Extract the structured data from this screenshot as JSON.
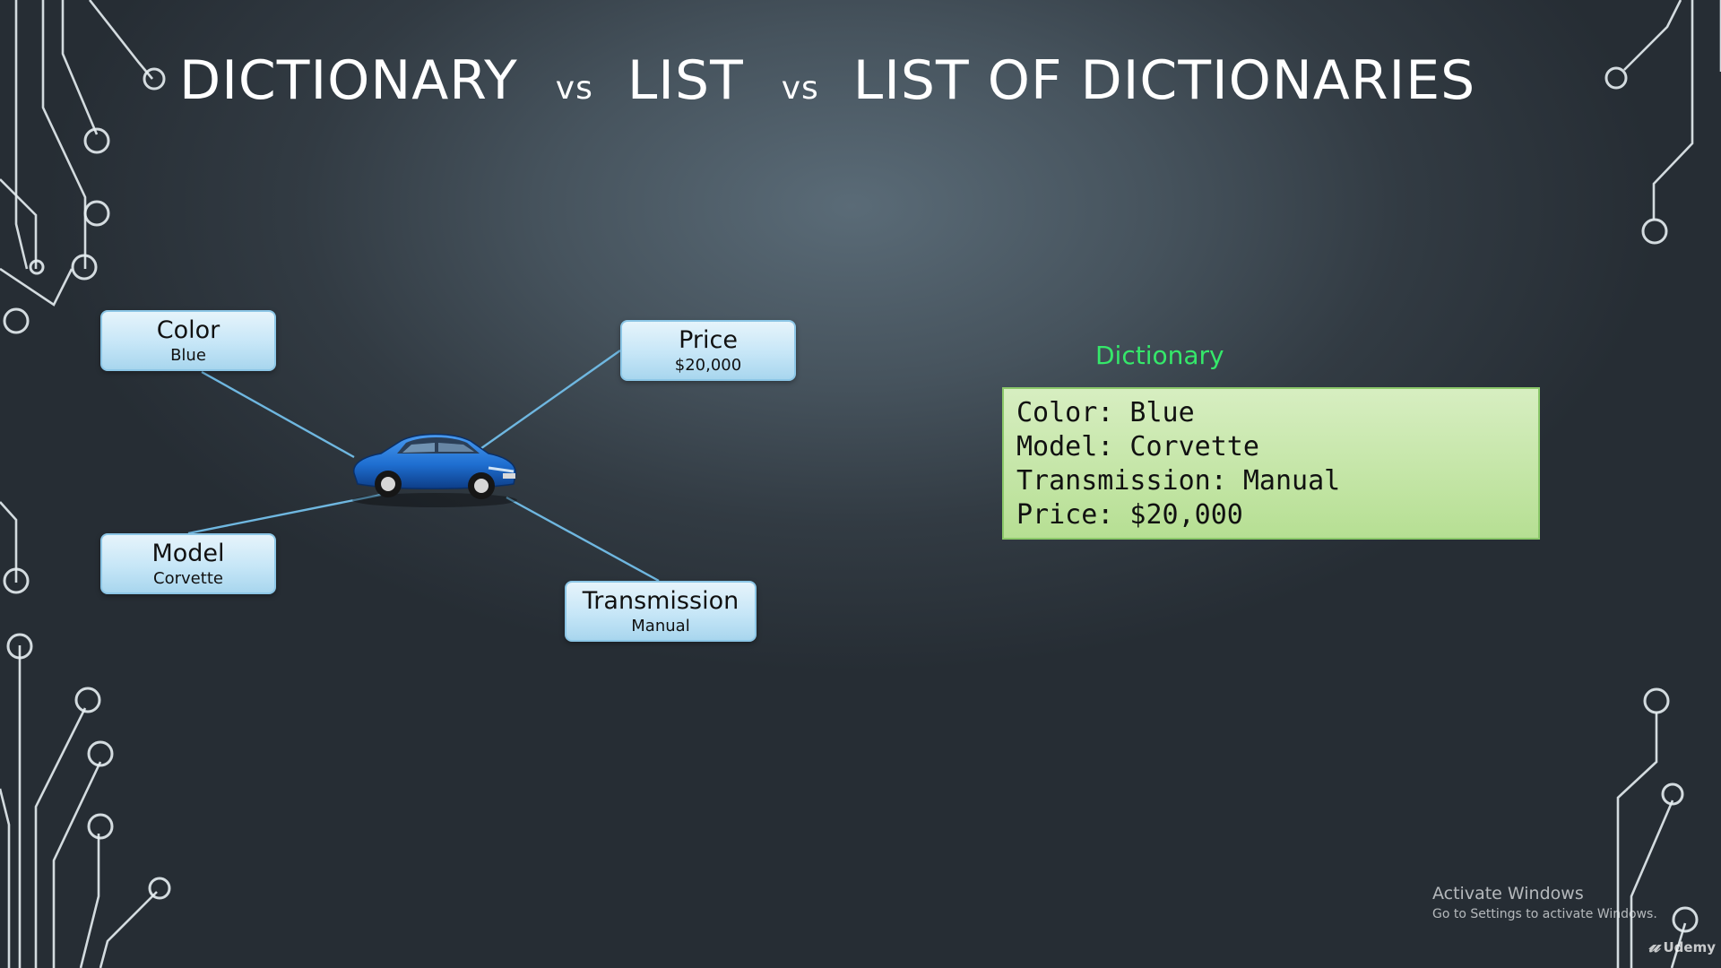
{
  "title": {
    "part1": "DICTIONARY",
    "vs1": "vs",
    "part2": "LIST",
    "vs2": "vs",
    "part3": "LIST OF DICTIONARIES"
  },
  "diagram": {
    "nodes": [
      {
        "title": "Color",
        "value": "Blue"
      },
      {
        "title": "Price",
        "value": "$20,000"
      },
      {
        "title": "Model",
        "value": "Corvette"
      },
      {
        "title": "Transmission",
        "value": "Manual"
      }
    ],
    "center_icon": "blue-car-icon",
    "colors": {
      "node_fill": "#c6e6f7",
      "connector": "#6fb7e0",
      "car_body": "#1f6fd1"
    }
  },
  "dictionary_panel": {
    "label": "Dictionary",
    "lines": [
      "Color: Blue",
      "Model: Corvette",
      "Transmission: Manual",
      "Price: $20,000"
    ],
    "colors": {
      "label": "#35e86a",
      "box_fill": "#c8e7a8"
    }
  },
  "watermark": {
    "title": "Activate Windows",
    "subtitle": "Go to Settings to activate Windows."
  },
  "brand": {
    "name": "Udemy",
    "icon": "udemy-logo-icon"
  }
}
